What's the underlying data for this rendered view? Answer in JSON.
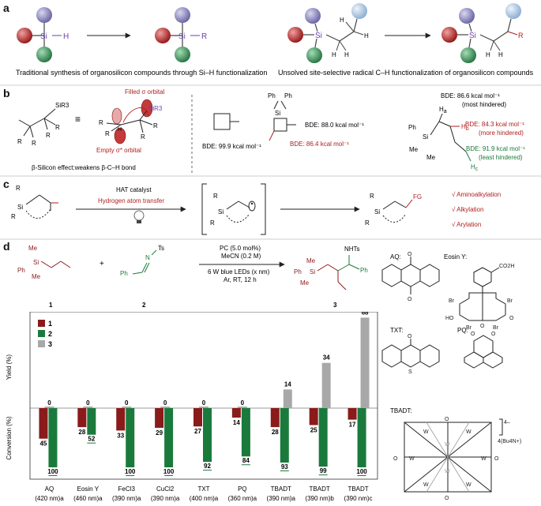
{
  "panels": {
    "a": "a",
    "b": "b",
    "c": "c",
    "d": "d"
  },
  "panel_a": {
    "caption_left": "Traditional synthesis of organosilicon compounds through Si–H functionalization",
    "caption_right": "Unsolved site-selective radical C–H functionalization of organosilicon compounds",
    "si": "Si",
    "h": "H",
    "r": "R"
  },
  "panel_b": {
    "filled_orbital": "Filled σ orbital",
    "empty_orbital": "Empty σ* orbital",
    "beta_effect": "β-Silicon effect:weakens β-C–H bond",
    "bde_cyclobutane": "BDE: 99.9 kcal mol⁻¹",
    "bde_silacycle_a": "BDE: 88.0 kcal mol⁻¹",
    "bde_silacycle_b": "BDE: 86.4 kcal mol⁻¹",
    "bde_most": "BDE: 86.6 kcal mol⁻¹",
    "most_hindered": "(most hindered)",
    "bde_more": "BDE: 84.3 kcal mol⁻¹",
    "more_hindered": "(more hindered)",
    "bde_least": "BDE: 91.9 kcal mol⁻¹",
    "least_hindered": "(least hindered)",
    "ha": "Ha",
    "hb": "Hb",
    "hc": "Hc",
    "ph": "Ph",
    "me": "Me",
    "sir3": "SiR3"
  },
  "panel_c": {
    "hat_catalyst": "HAT catalyst",
    "hat_label": "Hydrogen atom transfer",
    "fg": "FG",
    "outcomes": [
      "√ Aminoalkylation",
      "√ Alkylation",
      "√ Arylation"
    ]
  },
  "panel_d": {
    "conditions": [
      "PC (5.0 mol%)",
      "MeCN (0.2 M)",
      "6 W blue LEDs (x nm)",
      "Ar, RT, 12 h"
    ],
    "compound_labels": [
      "1",
      "2",
      "3"
    ],
    "plus": "+",
    "nhts": "NHTs",
    "ts": "Ts",
    "catalysts": {
      "aq": "AQ:",
      "eosin": "Eosin Y:",
      "txt": "TXT:",
      "pq": "PQ:",
      "tbadt": "TBADT:",
      "tbadt_charge": "4–",
      "tbadt_counter": "4(Bu4N+)",
      "eosin_groups": [
        "CO2H",
        "Br",
        "Br",
        "Br",
        "Br",
        "HO",
        "O"
      ]
    }
  },
  "chart_data": {
    "type": "bar",
    "ylabel_top": "Yield (%)",
    "ylabel_bottom": "Conversion (%)",
    "legend": [
      "1",
      "2",
      "3"
    ],
    "categories": [
      [
        "AQ",
        "(420 nm)a"
      ],
      [
        "Eosin Y",
        "(460 nm)a"
      ],
      [
        "FeCl3",
        "(390 nm)a"
      ],
      [
        "CuCl2",
        "(390 nm)a"
      ],
      [
        "TXT",
        "(400 nm)a"
      ],
      [
        "PQ",
        "(360 nm)a"
      ],
      [
        "TBADT",
        "(390 nm)a"
      ],
      [
        "TBADT",
        "(390 nm)b"
      ],
      [
        "TBADT",
        "(390 nm)c"
      ]
    ],
    "series": [
      {
        "name": "1",
        "color": "#8b1a1a",
        "values": [
          45,
          28,
          33,
          29,
          27,
          14,
          28,
          25,
          17
        ]
      },
      {
        "name": "2",
        "color": "#1a7a3c",
        "values": [
          100,
          52,
          100,
          100,
          92,
          84,
          93,
          99,
          100
        ]
      },
      {
        "name": "3",
        "color": "#a8a8a8",
        "values": [
          0,
          0,
          0,
          0,
          0,
          0,
          14,
          34,
          68
        ]
      }
    ],
    "ylim_top": [
      0,
      70
    ],
    "ylim_bottom": [
      0,
      100
    ]
  },
  "colors": {
    "maroon": "#8b1a1a",
    "green": "#1a7a3c",
    "grey": "#a8a8a8",
    "purple_ball": "#8a86b8",
    "red_ball": "#b52a2a",
    "green_ball": "#3f8f5a",
    "blue_ball": "#a9c2dc",
    "si": "#6a3fb0",
    "red_text": "#b01e1e",
    "green_text": "#1a7a3c"
  }
}
